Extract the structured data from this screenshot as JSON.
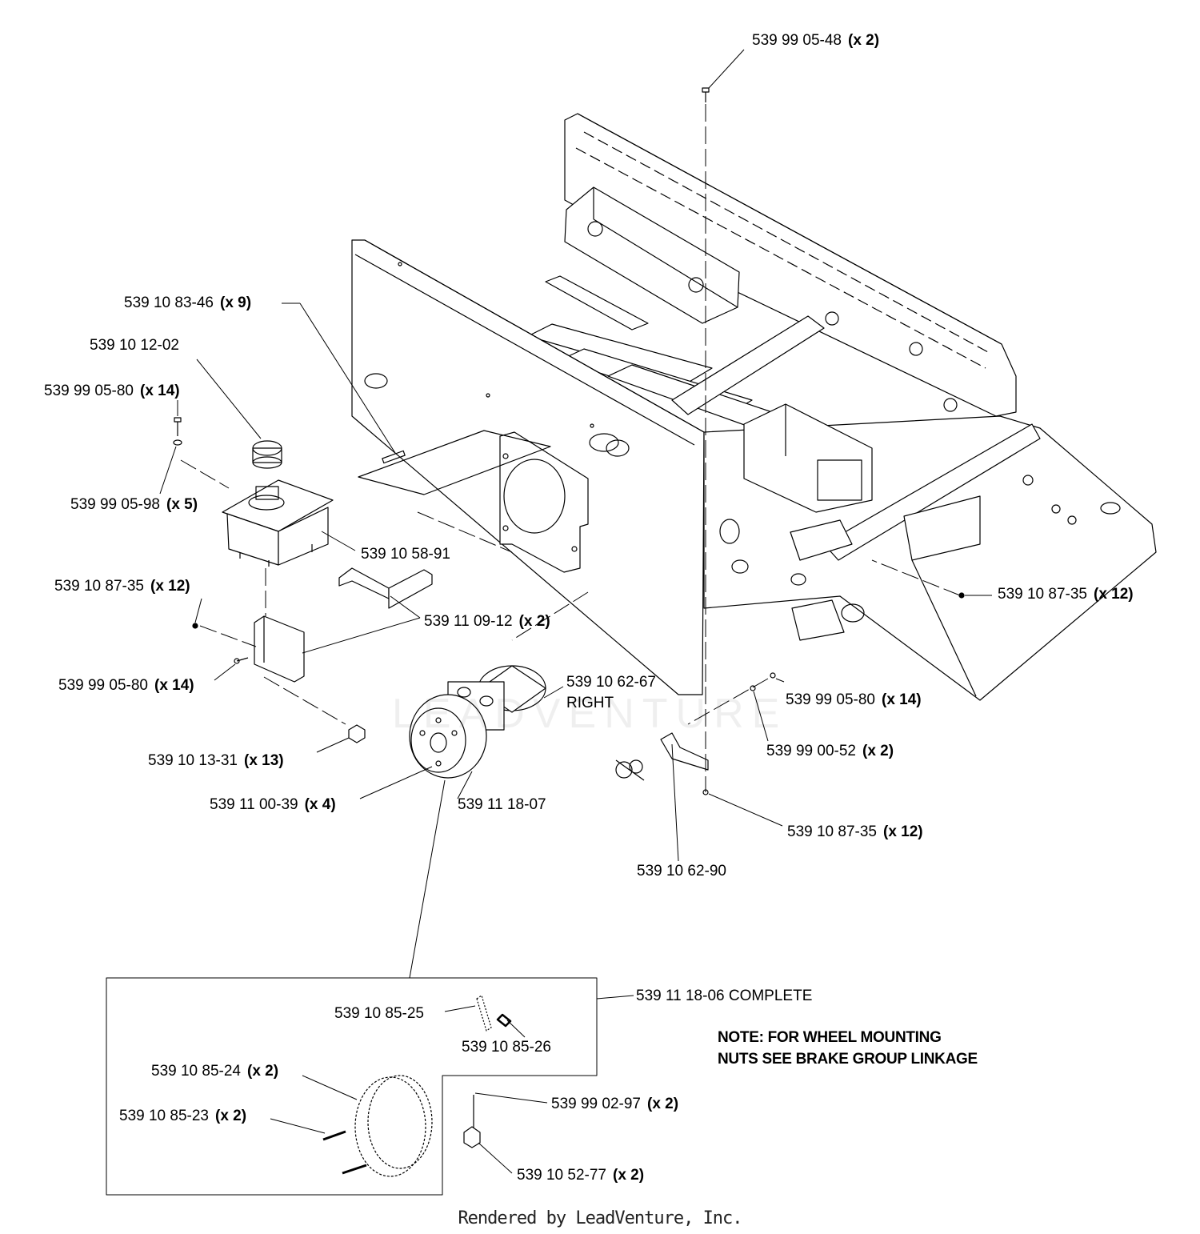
{
  "callouts": {
    "c_539990548": {
      "part": "539 99 05-48",
      "qty": "(x 2)"
    },
    "c_539108346": {
      "part": "539 10 83-46",
      "qty": "(x 9)"
    },
    "c_539101202": {
      "part": "539 10 12-02",
      "qty": ""
    },
    "c_539990580_a": {
      "part": "539 99 05-80",
      "qty": "(x 14)"
    },
    "c_539990598": {
      "part": "539 99 05-98",
      "qty": "(x 5)"
    },
    "c_539105891": {
      "part": "539 10 58-91",
      "qty": ""
    },
    "c_539108735_a": {
      "part": "539 10 87-35",
      "qty": "(x 12)"
    },
    "c_539110912": {
      "part": "539 11 09-12",
      "qty": "(x 2)"
    },
    "c_539990580_b": {
      "part": "539 99 05-80",
      "qty": "(x 14)"
    },
    "c_539106267": {
      "part": "539 10 62-67",
      "qty": "",
      "sub": "RIGHT"
    },
    "c_539101331": {
      "part": "539 10 13-31",
      "qty": "(x 13)"
    },
    "c_539110039": {
      "part": "539 11 00-39",
      "qty": "(x 4)"
    },
    "c_539111807": {
      "part": "539 11 18-07",
      "qty": ""
    },
    "c_539108735_b": {
      "part": "539 10 87-35",
      "qty": "(x 12)"
    },
    "c_539990580_c": {
      "part": "539 99 05-80",
      "qty": "(x 14)"
    },
    "c_539990052": {
      "part": "539 99 00-52",
      "qty": "(x 2)"
    },
    "c_539108735_c": {
      "part": "539 10 87-35",
      "qty": "(x 12)"
    },
    "c_539106290": {
      "part": "539 10 62-90",
      "qty": ""
    },
    "c_539111806": {
      "part": "539 11 18-06 COMPLETE",
      "qty": ""
    },
    "c_539108525": {
      "part": "539 10 85-25",
      "qty": ""
    },
    "c_539108526": {
      "part": "539 10 85-26",
      "qty": ""
    },
    "c_539108524": {
      "part": "539 10 85-24",
      "qty": "(x 2)"
    },
    "c_539108523": {
      "part": "539 10 85-23",
      "qty": "(x 2)"
    },
    "c_539990297": {
      "part": "539 99 02-97",
      "qty": "(x 2)"
    },
    "c_539105277": {
      "part": "539 10 52-77",
      "qty": "(x 2)"
    }
  },
  "note": {
    "line1": "NOTE: FOR WHEEL MOUNTING",
    "line2": "NUTS SEE BRAKE GROUP LINKAGE"
  },
  "footer": "Rendered by LeadVenture, Inc.",
  "watermark": "LEADVENTURE",
  "colors": {
    "line": "#000000",
    "background": "#ffffff"
  }
}
